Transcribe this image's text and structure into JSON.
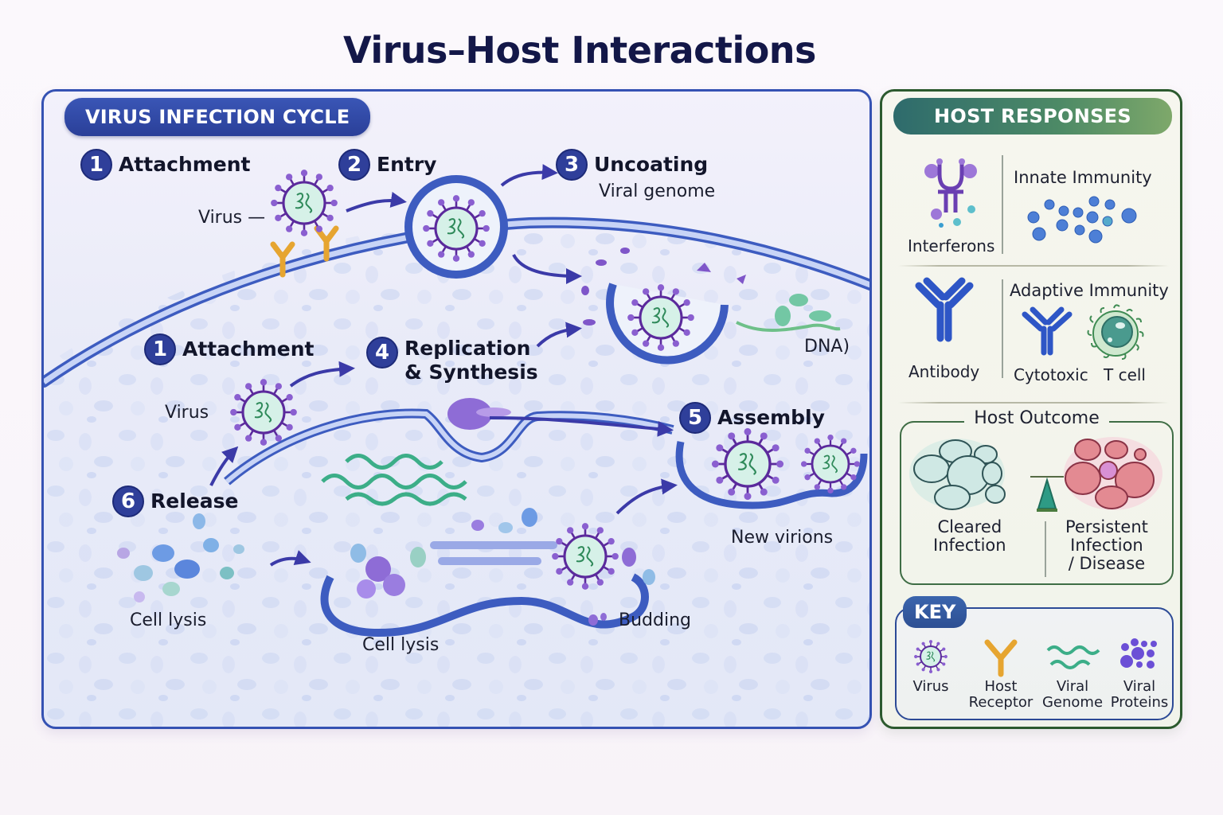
{
  "title": "Virus–Host Interactions",
  "cycle_panel": {
    "header": "VIRUS INFECTION CYCLE",
    "steps": [
      {
        "number": "1",
        "label": "Attachment"
      },
      {
        "number": "2",
        "label": "Entry"
      },
      {
        "number": "3",
        "label": "Uncoating"
      },
      {
        "number": "1",
        "label": "Attachment"
      },
      {
        "number": "4",
        "label": "Replication",
        "label2": "& Synthesis"
      },
      {
        "number": "5",
        "label": "Assembly"
      },
      {
        "number": "6",
        "label": "Release"
      }
    ],
    "labels": {
      "virus_top": "Virus —",
      "viral_genome": "Viral genome",
      "dna": "DNA)",
      "virus_mid": "Virus",
      "new_virions": "New virions",
      "cell_lysis_left": "Cell lysis",
      "cell_lysis_mid": "Cell lysis",
      "budding": "Budding"
    }
  },
  "host_panel": {
    "header": "HOST RESPONSES",
    "innate": {
      "icon_label": "Interferons",
      "title": "Innate Immunity"
    },
    "adaptive": {
      "icon_label": "Antibody",
      "title": "Adaptive Immunity",
      "cell1": "Cytotoxic",
      "cell2": "T cell"
    },
    "outcome": {
      "title": "Host Outcome",
      "left": [
        "Cleared",
        "Infection"
      ],
      "right": [
        "Persistent",
        "Infection",
        "/ Disease"
      ]
    },
    "key": {
      "header": "KEY",
      "items": [
        {
          "icon": "virus-icon",
          "label": [
            "Virus",
            ""
          ]
        },
        {
          "icon": "host-receptor-icon",
          "label": [
            "Host",
            "Receptor"
          ]
        },
        {
          "icon": "viral-genome-icon",
          "label": [
            "Viral",
            "Genome"
          ]
        },
        {
          "icon": "viral-proteins-icon",
          "label": [
            "Viral",
            "Proteins"
          ]
        }
      ]
    }
  },
  "colors": {
    "virus_spike": "#5b2a9c",
    "virus_core": "#d6f1e8",
    "membrane": "#3d5cc0",
    "receptor": "#e6a530",
    "genome": "#3cae88",
    "cycle_accent": "#2f3f9a",
    "host_accent": "#2e6b6c"
  }
}
